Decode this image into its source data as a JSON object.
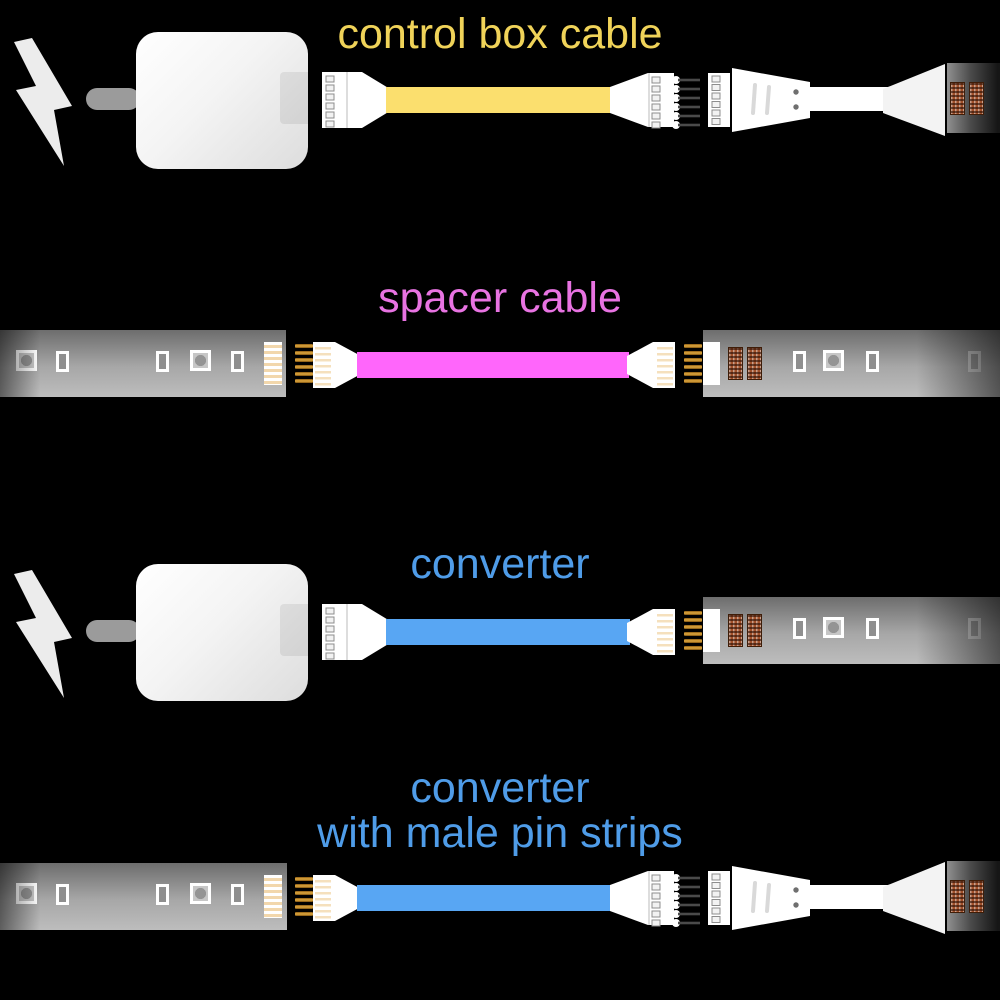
{
  "colors": {
    "page_background": "#000000",
    "label_yellow": "#f0d359",
    "cable_yellow": "#fbdf6e",
    "label_magenta": "#e873e2",
    "cable_magenta": "#ff66fb",
    "label_blue": "#4f9ce8",
    "cable_blue": "#58a6f3",
    "cable_white": "#ffffff",
    "gold_pins": "#d99b33",
    "copper_pads": "#a0502a"
  },
  "icons": {
    "lightning": "lightning-bolt-power-icon"
  },
  "diagram": {
    "rows": [
      {
        "label": "control box cable",
        "label_color": "yellow",
        "cable_color": "yellow",
        "from": "power adapter",
        "to": "LED strip end connector"
      },
      {
        "label": "spacer cable",
        "label_color": "magenta",
        "cable_color": "magenta",
        "from": "LED strip",
        "to": "LED strip"
      },
      {
        "label": "converter",
        "label_color": "blue",
        "cable_color": "blue",
        "from": "power adapter",
        "to": "LED strip"
      },
      {
        "label": "converter\nwith male pin strips",
        "label_color": "blue",
        "cable_color": "blue",
        "from": "LED strip",
        "to": "LED strip end connector"
      }
    ]
  }
}
